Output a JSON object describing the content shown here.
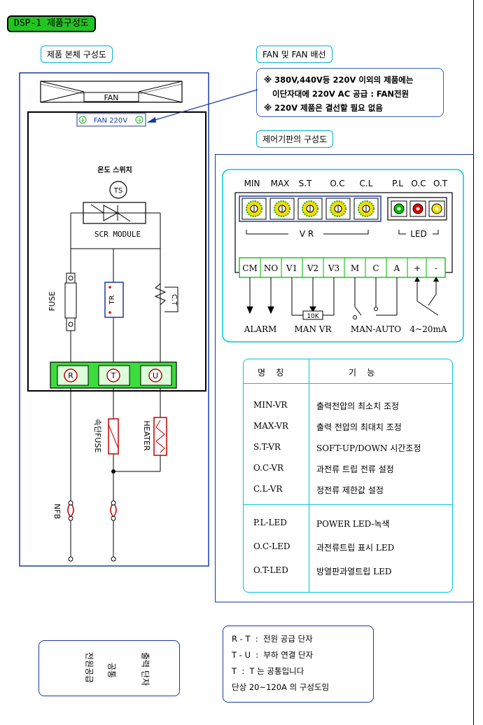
{
  "page_title": "DSP-1 제품구성도",
  "body_section_title": "제품 본체 구성도",
  "fan_section_title": "FAN 및 FAN 배선",
  "control_section_title": "제어기판의 구성도",
  "fan_note": {
    "line1": "※ 380V,440V등 220V 이외의 제품에는",
    "line2": "이단자대에 220V AC 공급 : FAN전원",
    "line3": "※ 220V 제품은 결선할 필요 없음"
  },
  "diagram": {
    "fan_label": "FAN",
    "fan_terminal_label": "FAN 220V",
    "temp_switch_label": "온도 스위치",
    "ts_label": "TS",
    "scr_label": "SCR MODULE",
    "fuse_label": "FUSE",
    "tr_label": "TR",
    "ct_label": "C.T",
    "terminals": [
      "R",
      "T",
      "U"
    ],
    "sub_fuse_label": "속단FUSE",
    "heater_label": "HEATER",
    "nfb_label": "NFB"
  },
  "control_board": {
    "top_labels": [
      "MIN",
      "MAX",
      "S.T",
      "O.C",
      "C.L",
      "P.L",
      "O.C",
      "O.T"
    ],
    "vr_label": "V R",
    "led_label": "LED",
    "led_colors": [
      "#00c000",
      "#e00000",
      "#f0e000"
    ],
    "terminals": [
      "CM",
      "NO",
      "V1",
      "V2",
      "V3",
      "M",
      "C",
      "A",
      "+",
      "-"
    ],
    "resistor_label": "10K",
    "bottom_labels": [
      "ALARM",
      "MAN VR",
      "MAN-AUTO",
      "4~20mA"
    ]
  },
  "function_table": {
    "header_name": "명    칭",
    "header_function": "기    능",
    "rows": [
      {
        "name": "MIN-VR",
        "function": "출력전압의 최소치 조정"
      },
      {
        "name": "MAX-VR",
        "function": "출력 전압의 최대치 조정"
      },
      {
        "name": "S.T-VR",
        "function": "SOFT-UP/DOWN 시간조정"
      },
      {
        "name": "O.C-VR",
        "function": "과전류 트립 전류 설정"
      },
      {
        "name": "C.L-VR",
        "function": "정전류 제한값 설정"
      },
      {
        "name": "P.L-LED",
        "function": "POWER LED-녹색"
      },
      {
        "name": "O.C-LED",
        "function": "과전류트립 표시 LED"
      },
      {
        "name": "O.T-LED",
        "function": "방열판과열트립 LED"
      }
    ]
  },
  "legend_box": {
    "col1": "전원공급",
    "col2": "공통",
    "col3": "출력 단자"
  },
  "terminal_notes": {
    "line1": "R - T  :  전원 공급 단자",
    "line2": "T - U  :  부하 연결 단자",
    "line3": "T  :  T 는 공통입니다",
    "line4": "단상 20~120A 의 구성도임"
  }
}
